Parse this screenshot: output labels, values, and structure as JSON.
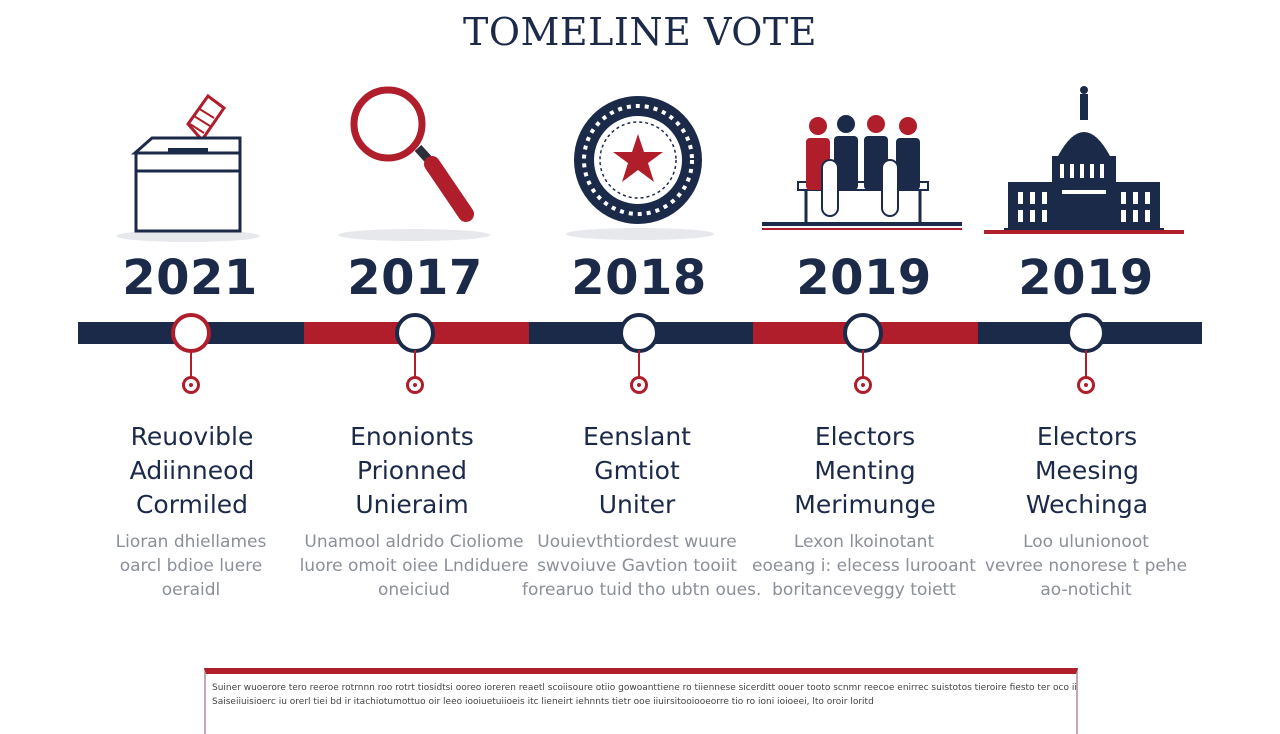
{
  "title": "TOMELINE VOTE",
  "colors": {
    "navy": "#1c2a4a",
    "red": "#b01d2b",
    "grey_text": "#8a8f99"
  },
  "milestones": [
    {
      "year": "2021",
      "icon": "ballot-box-icon",
      "heading": [
        "Reuovible",
        "Adiinneod",
        "Cormiled"
      ],
      "description": [
        "Lioran dhiellames",
        "oarcl bdioe luere",
        "oeraidl"
      ]
    },
    {
      "year": "2017",
      "icon": "magnifying-glass-icon",
      "heading": [
        "Enonionts",
        "Prionned",
        "Unieraim"
      ],
      "description": [
        "Unamool aldrido Cioliome",
        "luore omoit oiee Lndiduere",
        "oneiciud"
      ]
    },
    {
      "year": "2018",
      "icon": "official-seal-icon",
      "heading": [
        "Eenslant",
        "Gmtiot",
        "Uniter"
      ],
      "description": [
        "Uouievthtiordest wuure",
        "swvoiuve Gavtion tooiit",
        "forearuo tuid tho ubtn oues."
      ]
    },
    {
      "year": "2019",
      "icon": "electors-meeting-icon",
      "heading": [
        "Electors",
        "Menting",
        "Merimunge"
      ],
      "description": [
        "Lexon lkoinotant",
        "eoeang i: elecess lurooant",
        "boritanceveggy toiett"
      ]
    },
    {
      "year": "2019",
      "icon": "capitol-building-icon",
      "heading": [
        "Electors",
        "Meesing",
        "Wechinga"
      ],
      "description": [
        "Loo ulunionoot",
        "vevree nonorese t pehe",
        "ao-notichit"
      ]
    }
  ],
  "footer": {
    "lines": [
      "Suiner wuoerore tero reeroe rotrnnn roo rotrt tiosidtsi ooreo ioreren reaetl scoiisoure otiio gowoanttiene ro tiiennese sicerditt oouer tooto scnmr reecoe enirrec suistotos tieroire fiesto ter oco iir miirre nersure bodrs reroe eriuemese aor ioi rnenror tenu tuurs oroeetto",
      "Saiseiiuisioerc iu orerl tiei bd ir itachiotumottuo oir leeo iooiuetuiioeis itc lieneirt iehnnts tietr ooe iiuirsitooiooeorre tio ro ioni ioioeei, lto oroir loritd"
    ]
  }
}
